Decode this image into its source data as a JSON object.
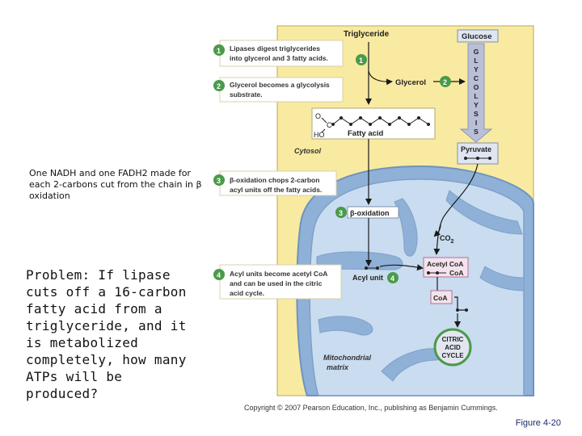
{
  "notes": {
    "small": "One NADH and one FADH2 made for each 2-carbons cut from the chain in β oxidation",
    "problem": "Problem:  If lipase cuts off a 16-carbon fatty acid from a triglyceride, and it is metabolized completely, how many ATPs will be produced?"
  },
  "diagram": {
    "triglyceride": "Triglyceride",
    "glucose": "Glucose",
    "glycolysis_letters": [
      "G",
      "L",
      "Y",
      "C",
      "O",
      "L",
      "Y",
      "S",
      "I",
      "S"
    ],
    "glycerol": "Glycerol",
    "fatty_acid": "Fatty acid",
    "fa_o": "O",
    "fa_c": "C",
    "fa_ho": "HO",
    "cytosol": "Cytosol",
    "pyruvate": "Pyruvate",
    "beta_oxidation": "β-oxidation",
    "co2": "CO",
    "co2_sub": "2",
    "acetyl_coa": "Acetyl CoA",
    "coa_part": "CoA",
    "acyl_unit": "Acyl unit",
    "coa": "CoA",
    "citric_acid_cycle": [
      "CITRIC",
      "ACID",
      "CYCLE"
    ],
    "mito_matrix": [
      "Mitochondrial",
      "matrix"
    ],
    "steps": [
      {
        "num": "1",
        "line1": "Lipases digest triglycerides",
        "line2": "into glycerol and 3 fatty acids."
      },
      {
        "num": "2",
        "line1": "Glycerol becomes a glycolysis",
        "line2": "substrate."
      },
      {
        "num": "3",
        "line1": "β-oxidation chops 2-carbon",
        "line2": "acyl units off the fatty acids."
      },
      {
        "num": "4",
        "line1": "Acyl units become acetyl CoA",
        "line2": "and can be used in the citric",
        "line3": "acid cycle."
      }
    ],
    "inline_nums": [
      "1",
      "2",
      "3",
      "4"
    ]
  },
  "copyright": "Copyright © 2007 Pearson Education, Inc., publishing as Benjamin Cummings.",
  "figure_label": "Figure 4-20"
}
